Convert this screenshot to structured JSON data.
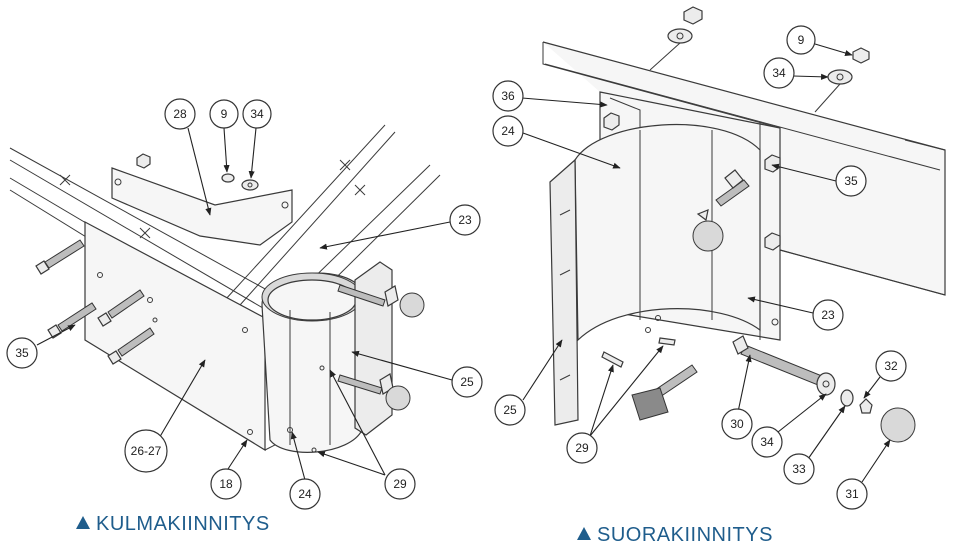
{
  "captions": {
    "left": "KULMAKIINNITYS",
    "right": "SUORAKIINNITYS"
  },
  "colors": {
    "caption": "#1f5d8c",
    "line": "#333333"
  },
  "left_callouts": {
    "c28": "28",
    "c9": "9",
    "c34": "34",
    "c23": "23",
    "c35": "35",
    "c25": "25",
    "c2627": "26-27",
    "c18": "18",
    "c24": "24",
    "c29": "29"
  },
  "right_callouts": {
    "c9": "9",
    "c34top": "34",
    "c36": "36",
    "c24": "24",
    "c35": "35",
    "c23": "23",
    "c32": "32",
    "c25": "25",
    "c30": "30",
    "c34": "34",
    "c29": "29",
    "c33": "33",
    "c31": "31"
  }
}
